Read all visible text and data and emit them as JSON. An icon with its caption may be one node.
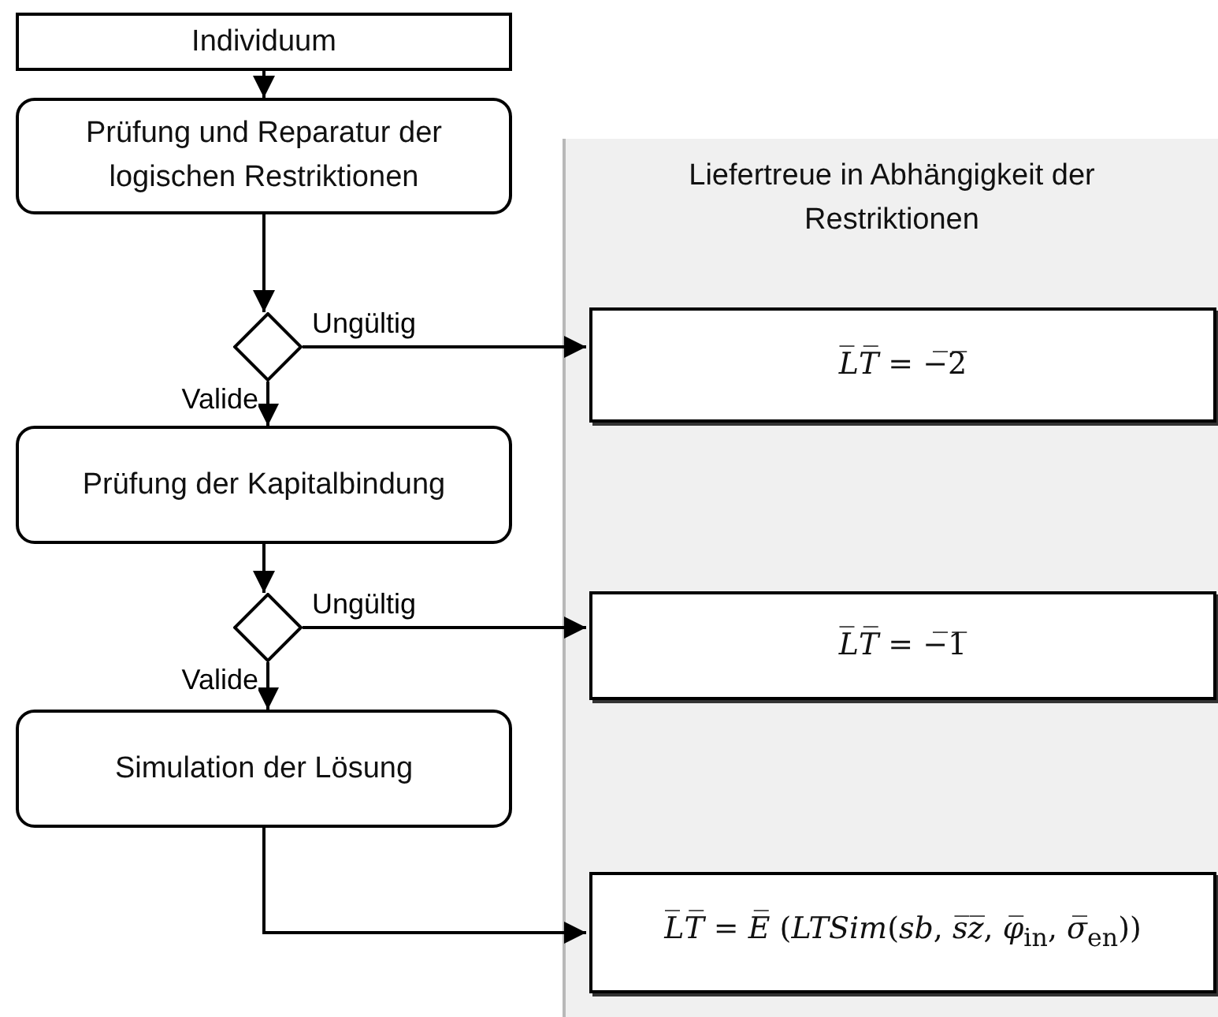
{
  "diagram": {
    "nodes": [
      {
        "text": [
          "Individuum"
        ]
      },
      {
        "text": [
          "Prüfung und Reparatur  der logischen Restriktionen"
        ]
      },
      {
        "text": [],
        "shape": "diamond"
      },
      {
        "text": [
          "Prüfung der Kapitalbindung"
        ]
      },
      {
        "text": [],
        "shape": "diamond"
      },
      {
        "text": [
          "Simulation der Lösung"
        ]
      },
      {
        "text": [
          "Liefertreue in Abhängigkeit der Restriktionen"
        ]
      },
      {
        "text": [
          "*L̅T̅* = −̅2̅"
        ],
        "in": 6
      },
      {
        "text": [
          "*L̅T̅* = −̅1̅"
        ],
        "in": 6
      },
      {
        "text": [
          "*L̅T̅* = *E̅* (*LTSim*(*sb*, *s̅z̅*, *φ̅*$_{in}$, *σ̅*$_{en}$))"
        ],
        "in": 6
      }
    ],
    "edges": [
      {
        "from": 0,
        "to": 1,
        "arrow": "to"
      },
      {
        "from": 1,
        "to": 2,
        "arrow": "to"
      },
      {
        "from": 2,
        "to": 3,
        "arrow": "to",
        "label": "Valide"
      },
      {
        "from": 2,
        "to": 7,
        "arrow": "to",
        "label": "Ungültig"
      },
      {
        "from": 3,
        "to": 4,
        "arrow": "to"
      },
      {
        "from": 4,
        "to": 5,
        "arrow": "to",
        "label": "Valide"
      },
      {
        "from": 4,
        "to": 8,
        "arrow": "to",
        "label": "Ungültig"
      },
      {
        "from": 5,
        "to": 9,
        "arrow": "to"
      }
    ]
  }
}
